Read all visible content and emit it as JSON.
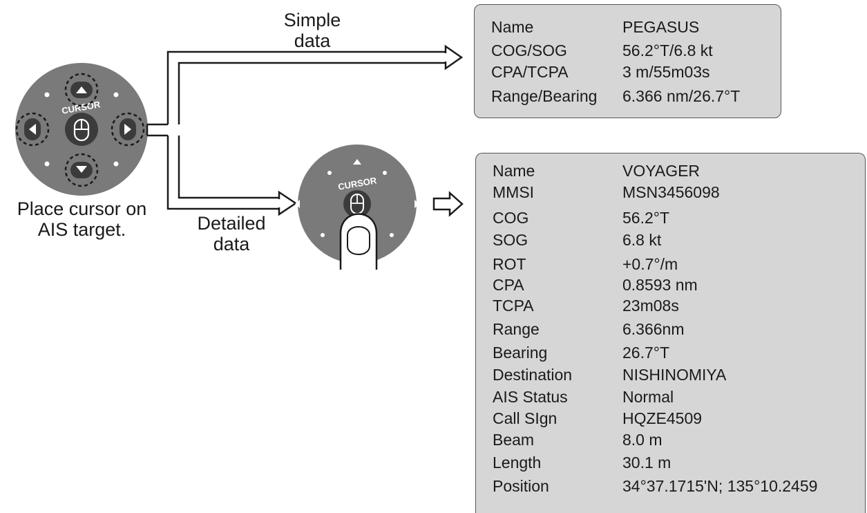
{
  "labels": {
    "place_cursor": "Place cursor on",
    "ais_target": "AIS target.",
    "simple_line1": "Simple",
    "simple_line2": "data",
    "detailed_line1": "Detailed",
    "detailed_line2": "data",
    "pad_label": "CURSOR"
  },
  "simple_data": [
    {
      "key": "Name",
      "value": "PEGASUS"
    },
    {
      "key": "COG/SOG",
      "value": "56.2°T/6.8 kt"
    },
    {
      "key": "CPA/TCPA",
      "value": "3 m/55m03s"
    },
    {
      "key": "Range/Bearing",
      "value": "6.366 nm/26.7°T"
    }
  ],
  "detailed_data": [
    {
      "key": "Name",
      "value": "VOYAGER"
    },
    {
      "key": "MMSI",
      "value": "MSN3456098"
    },
    {
      "key": "COG",
      "value": "56.2°T"
    },
    {
      "key": "SOG",
      "value": "6.8 kt"
    },
    {
      "key": "ROT",
      "value": "+0.7°/m"
    },
    {
      "key": "CPA",
      "value": "0.8593 nm"
    },
    {
      "key": "TCPA",
      "value": "23m08s"
    },
    {
      "key": "Range",
      "value": "6.366nm"
    },
    {
      "key": "Bearing",
      "value": "26.7°T"
    },
    {
      "key": "Destination",
      "value": "NISHINOMIYA"
    },
    {
      "key": "AIS Status",
      "value": "Normal"
    },
    {
      "key": "Call SIgn",
      "value": "HQZE4509"
    },
    {
      "key": "Beam",
      "value": "8.0 m"
    },
    {
      "key": "Length",
      "value": "30.1 m"
    },
    {
      "key": "Position",
      "value": "34°37.1715'N; 135°10.2459"
    }
  ],
  "colors": {
    "pad": "#7a7a7a",
    "panel": "#d6d6d6",
    "ink": "#1a1a1a"
  }
}
